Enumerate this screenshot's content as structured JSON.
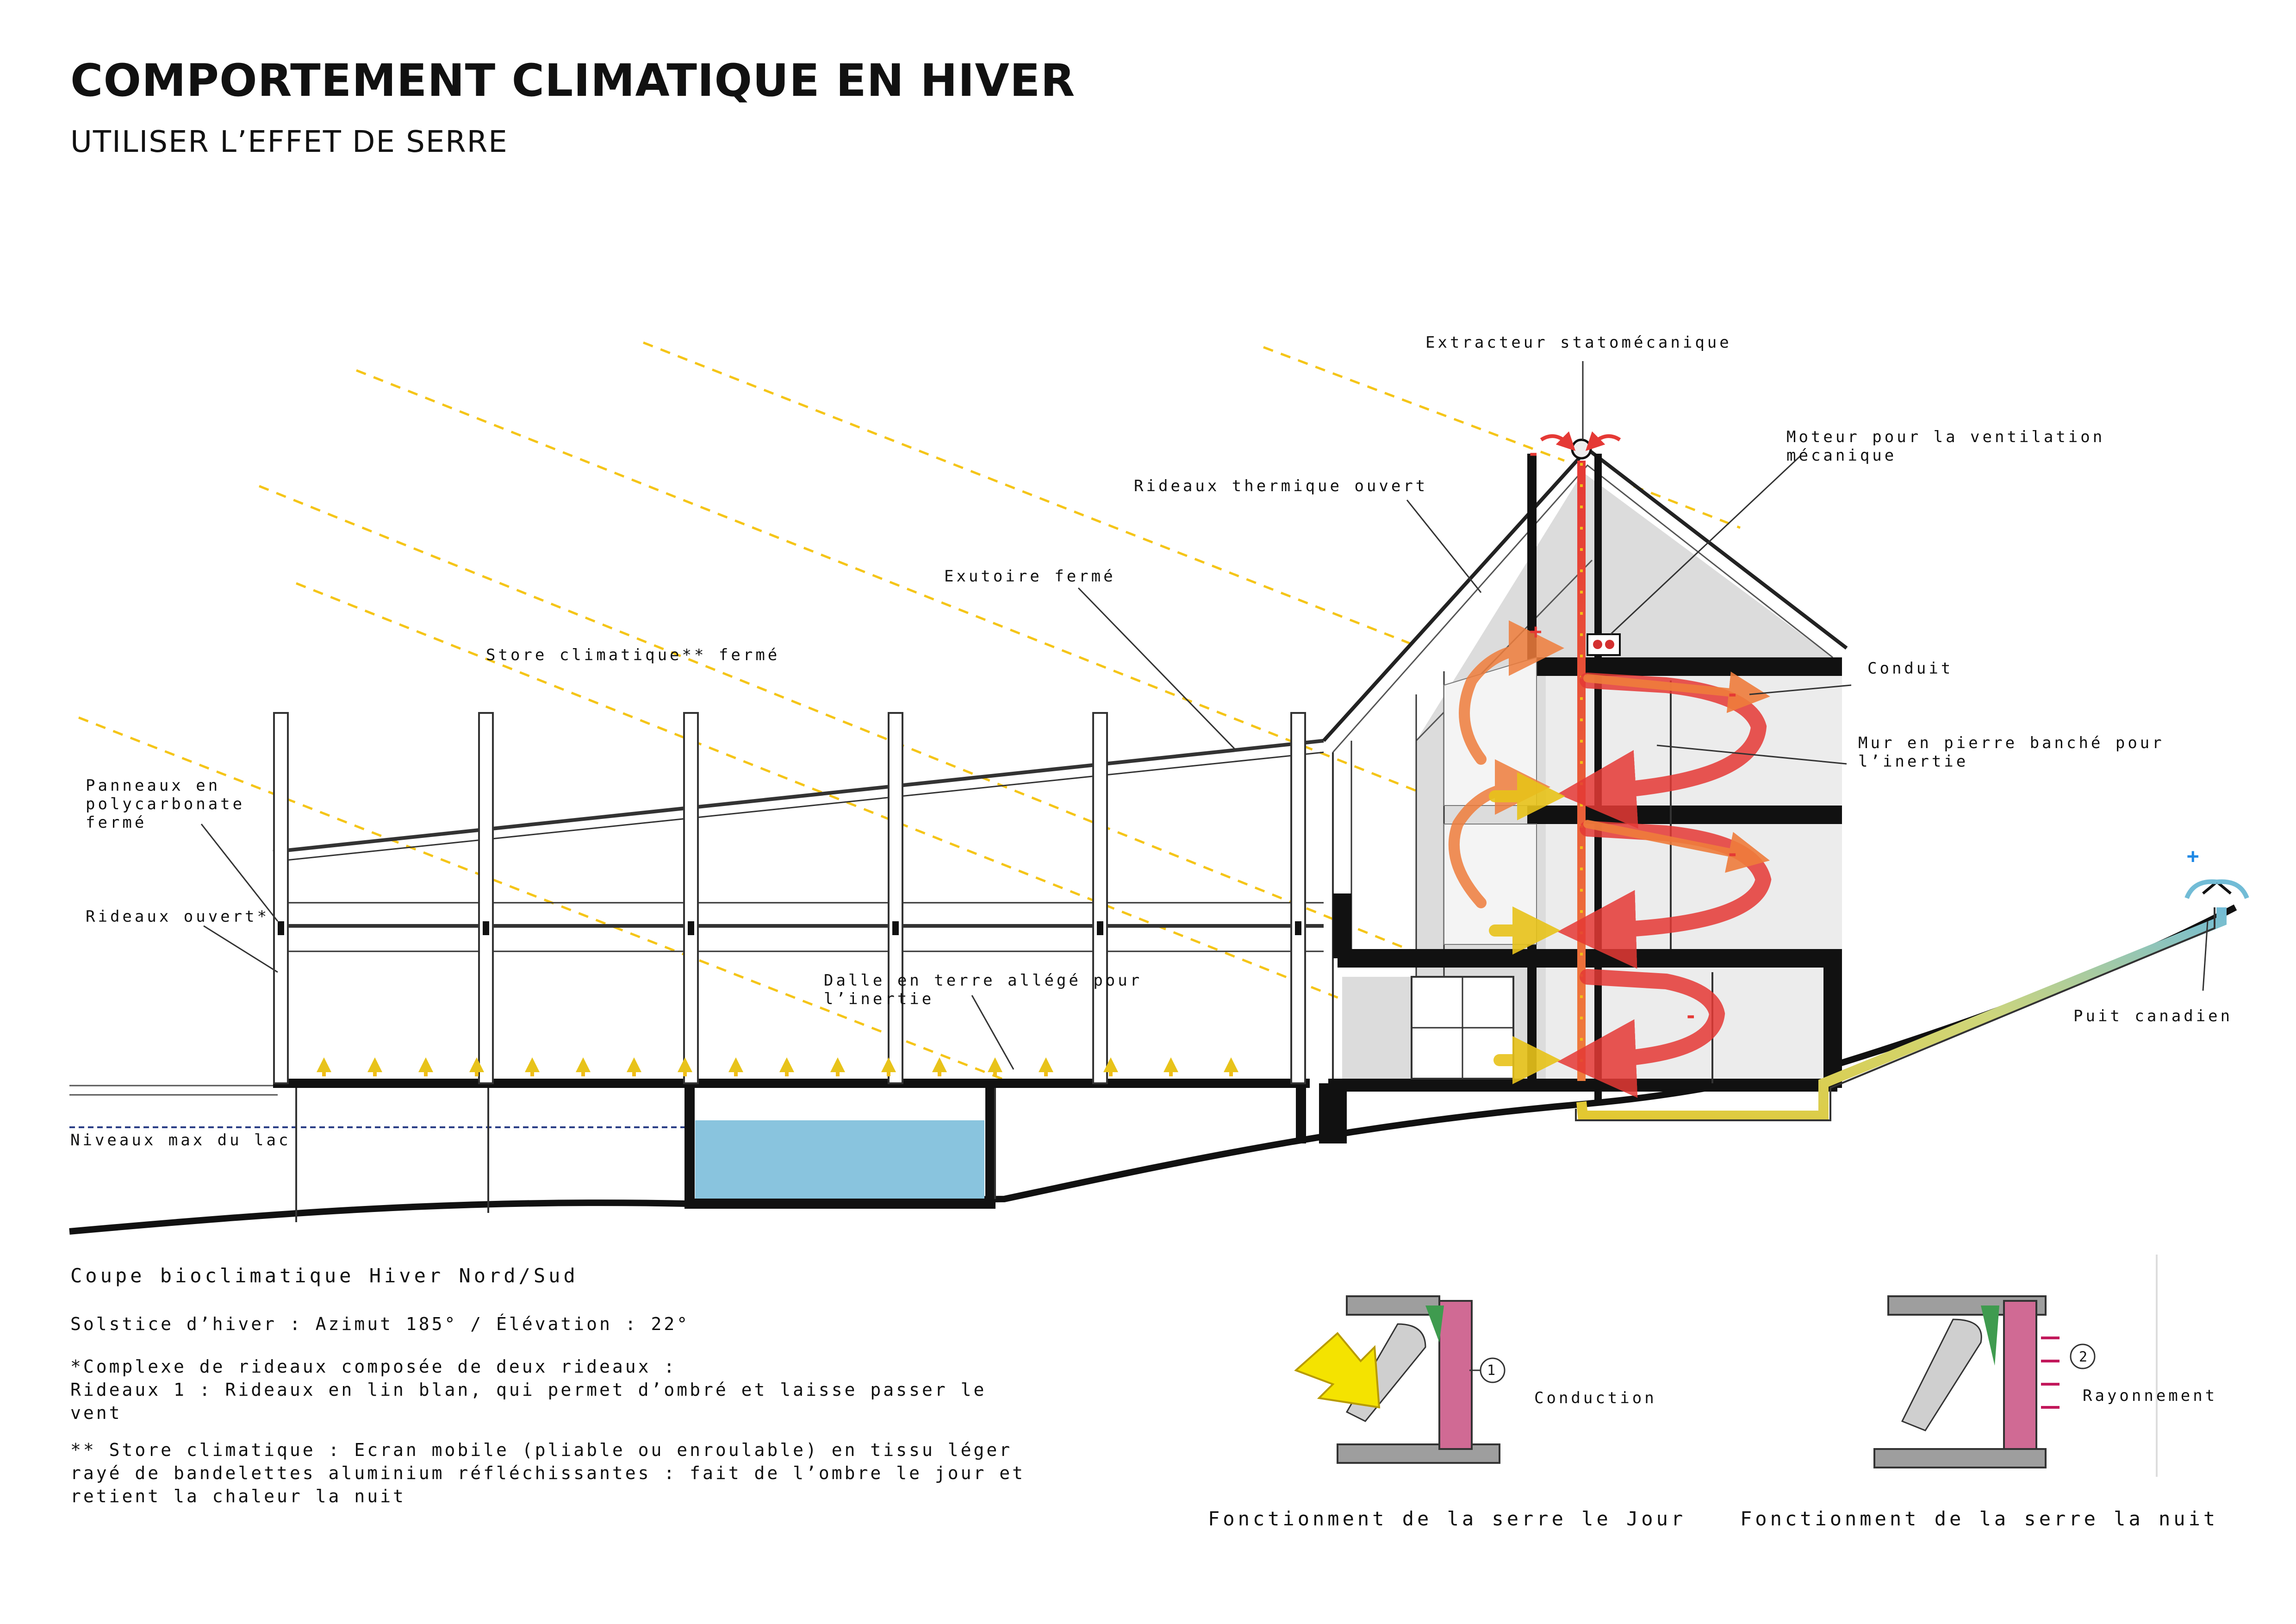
{
  "header": {
    "title": "COMPORTEMENT CLIMATIQUE EN HIVER",
    "subtitle": "UTILISER L’EFFET DE SERRE"
  },
  "labels": {
    "extracteur": "Extracteur statomécanique",
    "moteur_1": "Moteur pour la ventilation",
    "moteur_2": "mécanique",
    "rideaux_thermique": "Rideaux thermique ouvert",
    "exutoire": "Exutoire fermé",
    "store": "Store climatique** fermé",
    "conduit": "Conduit",
    "mur_1": "Mur en pierre banché pour",
    "mur_2": "l’inertie",
    "panneaux_1": "Panneaux en",
    "panneaux_2": "polycarbonate",
    "panneaux_3": "fermé",
    "rideaux_ouvert": "Rideaux ouvert*",
    "dalle_1": "Dalle en terre allégé pour",
    "dalle_2": "l’inertie",
    "puit": "Puit canadien",
    "niveaux": "Niveaux max du lac"
  },
  "symbols": {
    "plus": "+",
    "minus": "-"
  },
  "caption": {
    "section_title": "Coupe bioclimatique Hiver Nord/Sud",
    "solstice": "Solstice d’hiver : Azimut 185° / Élévation : 22°",
    "note1_line1": "*Complexe de rideaux composée de deux rideaux :",
    "note1_line2": "Rideaux 1 : Rideaux en lin blan, qui permet d’ombré et laisse passer le",
    "note1_line3": "vent",
    "note2_line1": "** Store climatique : Ecran mobile (pliable ou enroulable) en tissu léger",
    "note2_line2": "rayé de bandelettes aluminium réfléchissantes : fait de l’ombre le jour et",
    "note2_line3": "retient la chaleur la nuit"
  },
  "sketches": {
    "day": {
      "caption": "Fonctionment de la serre le Jour",
      "marker": "1",
      "label": "Conduction"
    },
    "night": {
      "caption": "Fonctionment de la serre la nuit",
      "marker": "2",
      "label": "Rayonnement"
    }
  },
  "colors": {
    "sun_ray": "#f5c518",
    "warm_air": "#e53935",
    "cool_air": "#ef7d3c",
    "inertia_wall": "#d9d9d9",
    "lake": "#89c4de",
    "conduit": "#d7c43a",
    "puit": "#86c6d8"
  }
}
